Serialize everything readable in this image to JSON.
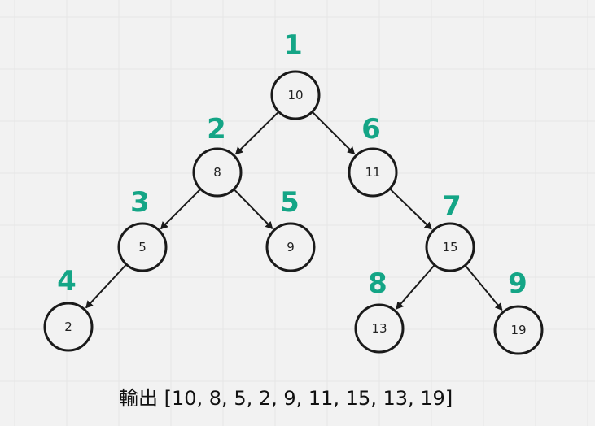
{
  "tree": {
    "nodes": [
      {
        "id": "n10",
        "value": "10",
        "order": "1"
      },
      {
        "id": "n8",
        "value": "8",
        "order": "2"
      },
      {
        "id": "n11",
        "value": "11",
        "order": "6"
      },
      {
        "id": "n5",
        "value": "5",
        "order": "3"
      },
      {
        "id": "n9",
        "value": "9",
        "order": "5"
      },
      {
        "id": "n15",
        "value": "15",
        "order": "7"
      },
      {
        "id": "n2",
        "value": "2",
        "order": "4"
      },
      {
        "id": "n13",
        "value": "13",
        "order": "8"
      },
      {
        "id": "n19",
        "value": "19",
        "order": "9"
      }
    ],
    "edges": [
      [
        "n10",
        "n8"
      ],
      [
        "n10",
        "n11"
      ],
      [
        "n8",
        "n5"
      ],
      [
        "n8",
        "n9"
      ],
      [
        "n11",
        "n15"
      ],
      [
        "n5",
        "n2"
      ],
      [
        "n15",
        "n13"
      ],
      [
        "n15",
        "n19"
      ]
    ]
  },
  "caption": "輸出 [10, 8, 5, 2, 9, 11, 15, 13, 19]",
  "colors": {
    "order_label": "#14a586",
    "node_stroke": "#1a1a1a",
    "grid": "#e6e6e6"
  }
}
